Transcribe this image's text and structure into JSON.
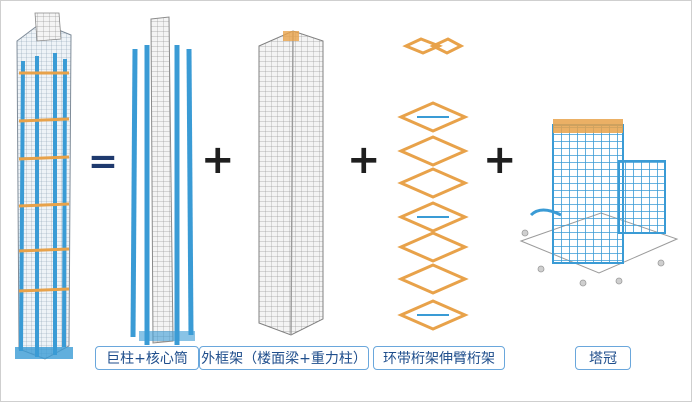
{
  "labels": {
    "mega_columns_core": "巨柱+核心筒",
    "outer_frame": "外框架（楼面梁+重力柱）",
    "belt_outrigger": "环带桁架伸臂桁架",
    "crown": "塔冠"
  },
  "operators": {
    "equals": "=",
    "plus1": "+",
    "plus2": "+",
    "plus3": "+"
  },
  "colors": {
    "steel_blue": "#3a9bd5",
    "truss_orange": "#e8a24a",
    "frame_gray": "#a9a9a9",
    "label_border": "#6aa7dc",
    "label_text": "#1f4e8c",
    "equals_color": "#1f3a6e"
  }
}
